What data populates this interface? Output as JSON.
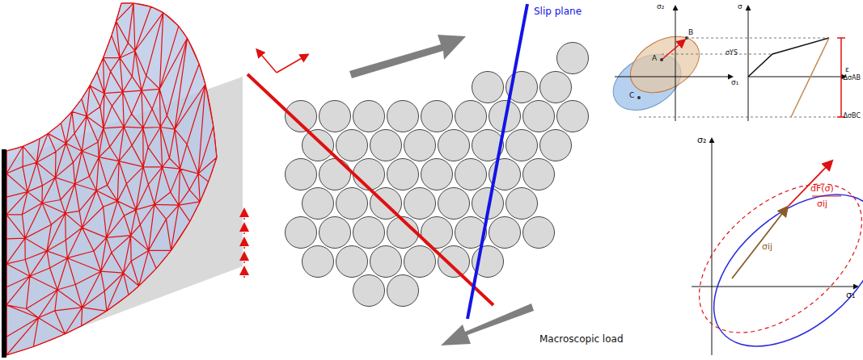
{
  "diagram": {
    "labels": [
      "Slip plane",
      "Macroscopic load",
      "σ₂",
      "σ₁",
      "A",
      "B",
      "C",
      "σ",
      "ε",
      "σYS",
      "ΔσAB",
      "ΔσBC",
      "σ₂",
      "σ₁",
      "dF(σ)",
      "σij",
      "σij"
    ]
  }
}
